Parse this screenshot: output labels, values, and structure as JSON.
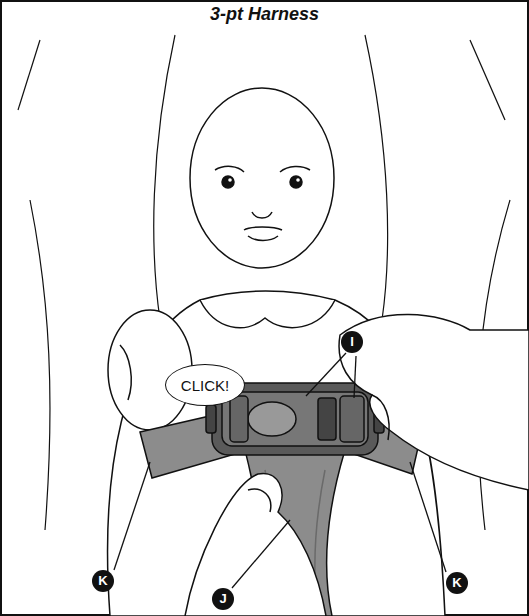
{
  "diagram": {
    "title": "3-pt Harness",
    "nodes": [
      {
        "text": [
          "CLICK!"
        ]
      }
    ],
    "labels": [
      "I",
      "K",
      "J",
      "K"
    ]
  }
}
